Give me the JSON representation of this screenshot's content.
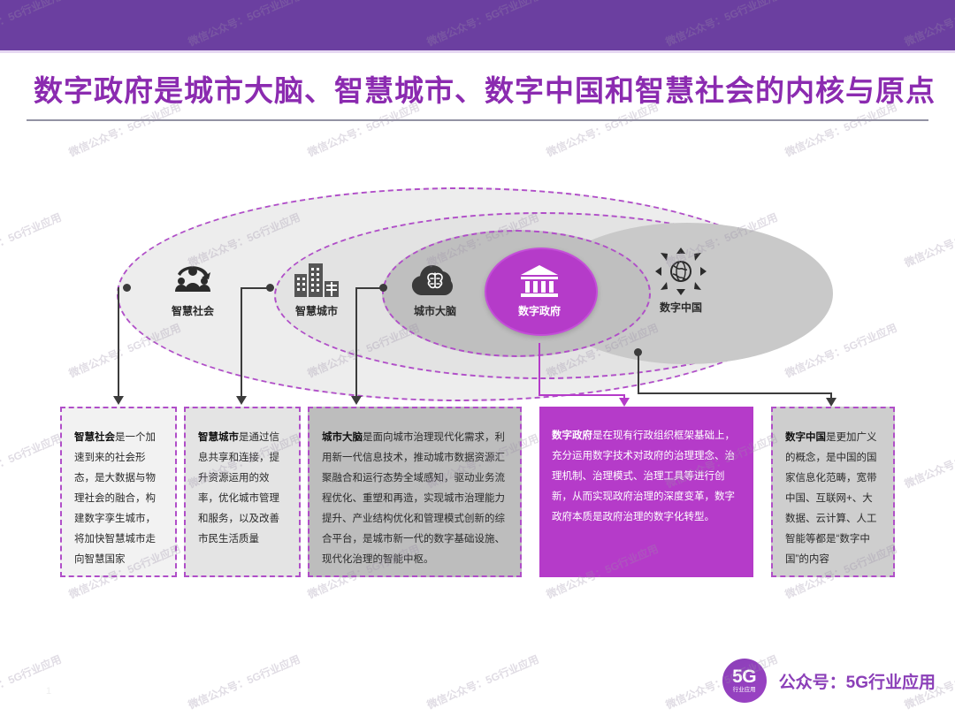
{
  "slide": {
    "title": "数字政府是城市大脑、智慧城市、数字中国和智慧社会的内核与原点",
    "page_number": "1",
    "accent_purple": "#6B3FA0",
    "title_purple": "#8B2BB0",
    "highlight_magenta": "#B53BC9",
    "watermark_text": "微信公众号：5G行业应用"
  },
  "diagram": {
    "nodes": [
      {
        "id": "smart-society",
        "label": "智慧社会",
        "icon": "people-group-icon"
      },
      {
        "id": "smart-city",
        "label": "智慧城市",
        "icon": "city-buildings-icon"
      },
      {
        "id": "city-brain",
        "label": "城市大脑",
        "icon": "cloud-brain-icon"
      },
      {
        "id": "digital-government",
        "label": "数字政府",
        "icon": "government-building-icon"
      },
      {
        "id": "digital-china",
        "label": "数字中国",
        "icon": "globe-arrows-icon"
      }
    ]
  },
  "boxes": [
    {
      "id": "smart-society-box",
      "lead": "智慧社会",
      "text": "是一个加速到来的社会形态，是大数据与物理社会的融合，构建数字孪生城市，将加快智慧城市走向智慧国家",
      "bold_terms": [
        "社会形态",
        "大数据与物理社会的融合",
        "智慧国家"
      ]
    },
    {
      "id": "smart-city-box",
      "lead": "智慧城市",
      "text": "是通过信息共享和连接，提升资源运用的效率，优化城市管理和服务，以及改善市民生活质量",
      "bold_terms": []
    },
    {
      "id": "city-brain-box",
      "lead": "城市大脑",
      "text": "是面向城市治理现代化需求，利用新一代信息技术，推动城市数据资源汇聚融合和运行态势全域感知，驱动业务流程优化、重塑和再造，实现城市治理能力提升、产业结构优化和管理模式创新的综合平台，是城市新一代的数字基础设施、现代化治理的智能中枢。",
      "bold_terms": []
    },
    {
      "id": "digital-government-box",
      "lead": "数字政府",
      "text": "是在现有行政组织框架基础上，充分运用数字技术对政府的治理理念、治理机制、治理模式、治理工具等进行创新，从而实现政府治理的深度变革，数字政府本质是政府治理的数字化转型。",
      "bold_terms": [
        "本质是政府治理的数字化转型"
      ]
    },
    {
      "id": "digital-china-box",
      "lead": "数字中国",
      "text": "是更加广义的概念，是中国的国家信息化范畴，宽带中国、互联网+、大数据、云计算、人工智能等都是“数字中国”的内容",
      "bold_terms": [
        "中国的国家信息化范畴"
      ]
    }
  ],
  "footer": {
    "badge_main": "5G",
    "badge_sub": "行业应用",
    "caption": "公众号：5G行业应用"
  }
}
